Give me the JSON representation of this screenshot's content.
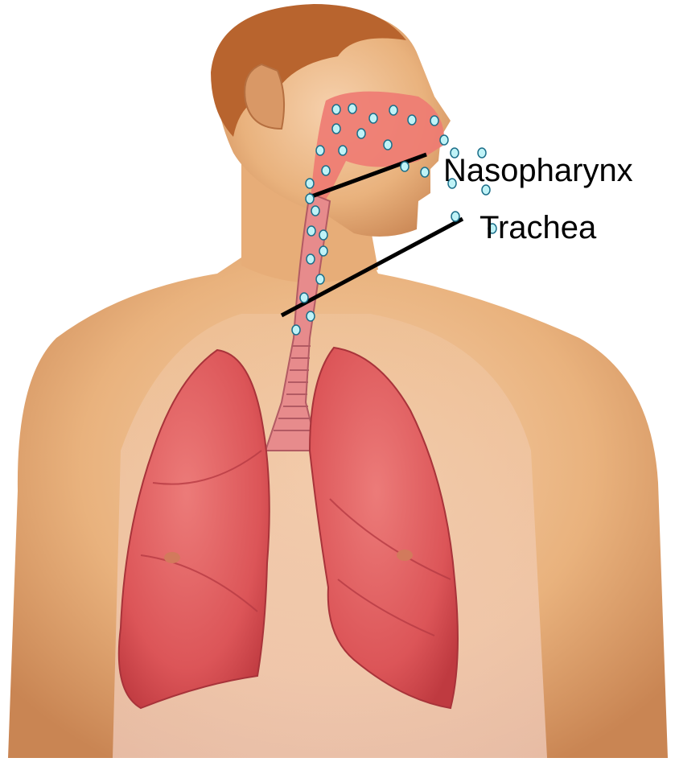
{
  "labels": {
    "nasopharynx": "Nasopharynx",
    "trachea": "Trachea"
  },
  "colors": {
    "background": "#ffffff",
    "skin": "#e9b27d",
    "skin_shadow": "#c98553",
    "hair": "#b8642e",
    "lung": "#e0585a",
    "lung_dark": "#c23c42",
    "airway": "#ee7a72",
    "particle_fill": "#bff3f7",
    "particle_stroke": "#1c6f8a",
    "leader_line": "#000000",
    "label_text": "#000000"
  },
  "icons": {
    "figure": "human-respiratory-anatomy",
    "particles": "inhaled-particle-dots"
  }
}
